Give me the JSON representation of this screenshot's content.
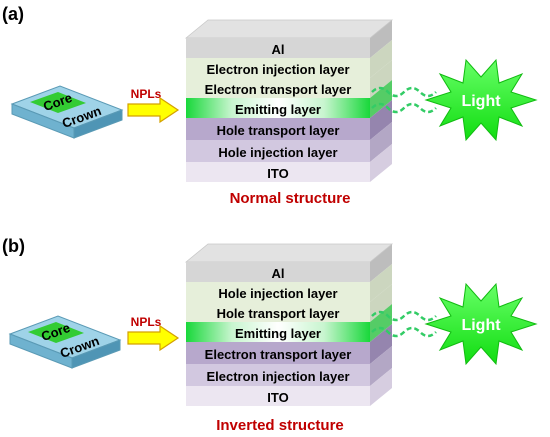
{
  "colors": {
    "al": "#d6d6d6",
    "light_green": "#e6efda",
    "emitting": "#22dd44",
    "purple": "#b7a8cc",
    "purple_light": "#d2c8e0",
    "ito": "#ece6f1",
    "label_red": "#c00000",
    "arrow_fill": "#ffff00",
    "arrow_stroke": "#d4a000",
    "chip_face": "#9fd3e8",
    "chip_core": "#33cc33",
    "burst": "#22ee22"
  },
  "panels": [
    {
      "id": "a",
      "label": "(a)",
      "chip": {
        "core": "Core",
        "crown": "Crown"
      },
      "arrow_label": "NPLs",
      "layers": [
        "Al",
        "Electron injection layer",
        "Electron transport layer",
        "Emitting layer",
        "Hole transport layer",
        "Hole injection layer",
        "ITO"
      ],
      "light_label": "Light",
      "caption": "Normal structure"
    },
    {
      "id": "b",
      "label": "(b)",
      "chip": {
        "core": "Core",
        "crown": "Crown"
      },
      "arrow_label": "NPLs",
      "layers": [
        "Al",
        "Hole injection layer",
        "Hole transport layer",
        "Emitting layer",
        "Electron transport layer",
        "Electron injection layer",
        "ITO"
      ],
      "light_label": "Light",
      "caption": "Inverted structure"
    }
  ]
}
